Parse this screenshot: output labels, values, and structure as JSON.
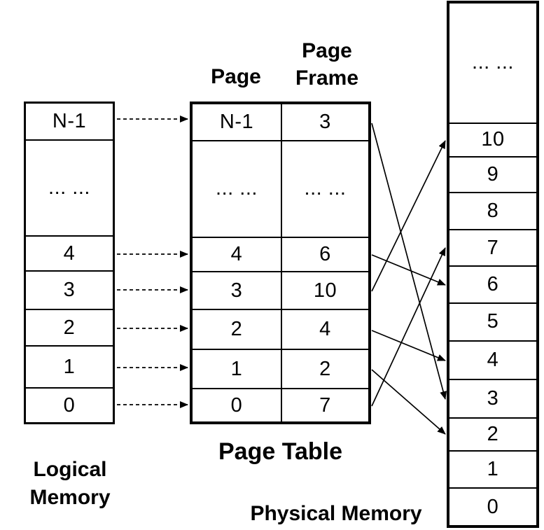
{
  "logical_memory": {
    "label": "Logical Memory",
    "rows": [
      "N-1",
      "... ...",
      "4",
      "3",
      "2",
      "1",
      "0"
    ]
  },
  "page_table": {
    "label": "Page Table",
    "headers": [
      "Page",
      "Page Frame"
    ],
    "rows": [
      [
        "N-1",
        "3"
      ],
      [
        "... ...",
        "... ..."
      ],
      [
        "4",
        "6"
      ],
      [
        "3",
        "10"
      ],
      [
        "2",
        "4"
      ],
      [
        "1",
        "2"
      ],
      [
        "0",
        "7"
      ]
    ]
  },
  "physical_memory": {
    "label": "Physical Memory",
    "rows": [
      "... ...",
      "10",
      "9",
      "8",
      "7",
      "6",
      "5",
      "4",
      "3",
      "2",
      "1",
      "0"
    ]
  },
  "mappings": {
    "dashed_links": [
      "N-1",
      "4",
      "3",
      "2",
      "1",
      "0"
    ],
    "page_to_frame": [
      {
        "page": "N-1",
        "frame": "3"
      },
      {
        "page": "4",
        "frame": "6"
      },
      {
        "page": "3",
        "frame": "10"
      },
      {
        "page": "2",
        "frame": "4"
      },
      {
        "page": "1",
        "frame": "2"
      },
      {
        "page": "0",
        "frame": "7"
      }
    ]
  },
  "colors": {
    "background": "#ffffff",
    "line": "#000000",
    "text": "#000000"
  }
}
